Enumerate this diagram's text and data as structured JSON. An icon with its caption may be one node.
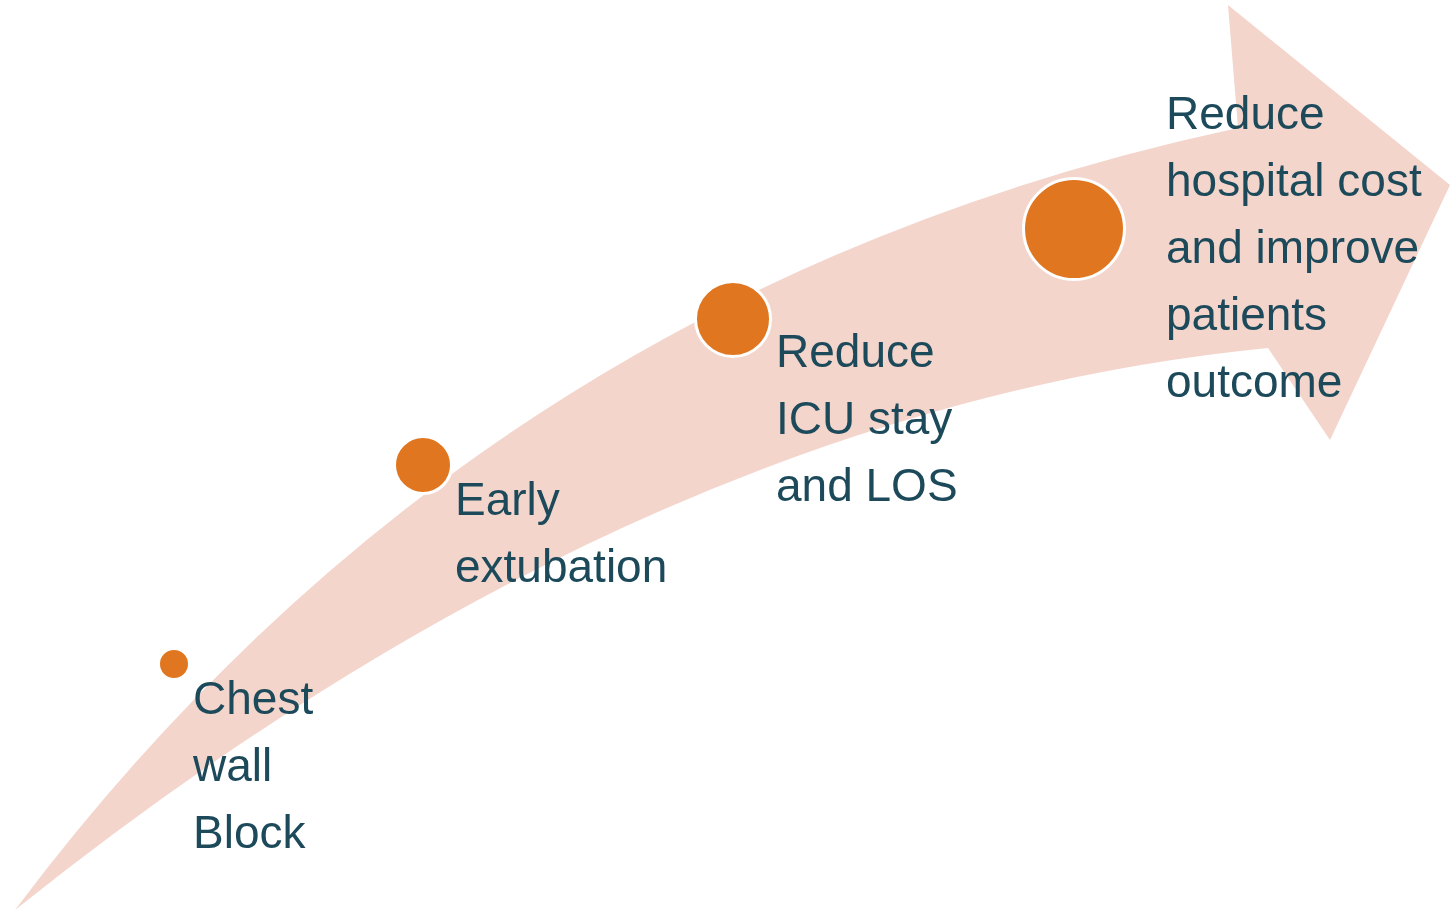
{
  "diagram": {
    "nodes": [
      {
        "text": [],
        "shape": "circle",
        "beside": [
          "Chest wall Block"
        ]
      },
      {
        "text": [],
        "shape": "circle",
        "beside": [
          "Early extubation"
        ]
      },
      {
        "text": [],
        "shape": "circle",
        "beside": [
          "Reduce ICU stay and LOS"
        ]
      },
      {
        "text": [],
        "shape": "circle",
        "beside": [
          "Reduce hospital cost and improve patients outcome"
        ]
      }
    ]
  }
}
